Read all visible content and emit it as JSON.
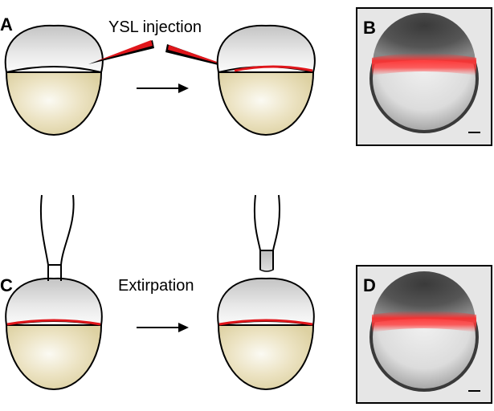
{
  "panels": {
    "a": {
      "letter": "A",
      "caption": "YSL injection"
    },
    "b": {
      "letter": "B"
    },
    "c": {
      "letter": "C",
      "caption": "Extirpation"
    },
    "d": {
      "letter": "D"
    }
  },
  "colors": {
    "yolk": "#e3d7ac",
    "yolk_center": "#fbfaf3",
    "blastoderm": "#cfcfcf",
    "blastoderm_light": "#f6f6f6",
    "ysl_red": "#e0161b",
    "outline": "#000000",
    "photo_background": "#e6e6e6"
  },
  "icons": [
    "injection-needle-icon",
    "suction-pipette-icon",
    "arrow-right-icon",
    "scale-bar-icon"
  ]
}
